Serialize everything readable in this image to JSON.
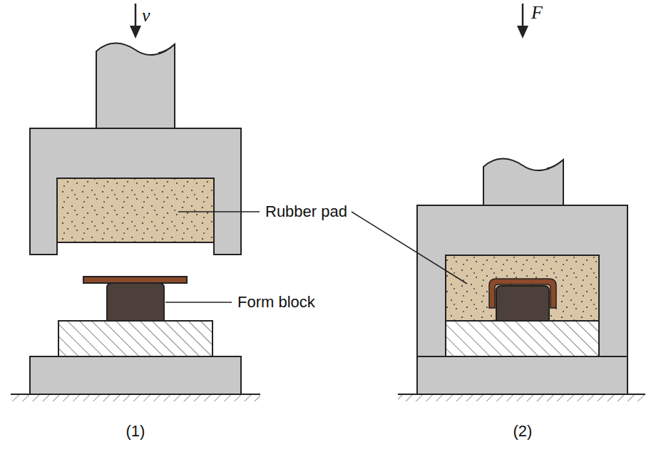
{
  "diagram": {
    "labels": [
      "v",
      "F",
      "Rubber pad",
      "Form block",
      "(1)",
      "(2)"
    ]
  }
}
